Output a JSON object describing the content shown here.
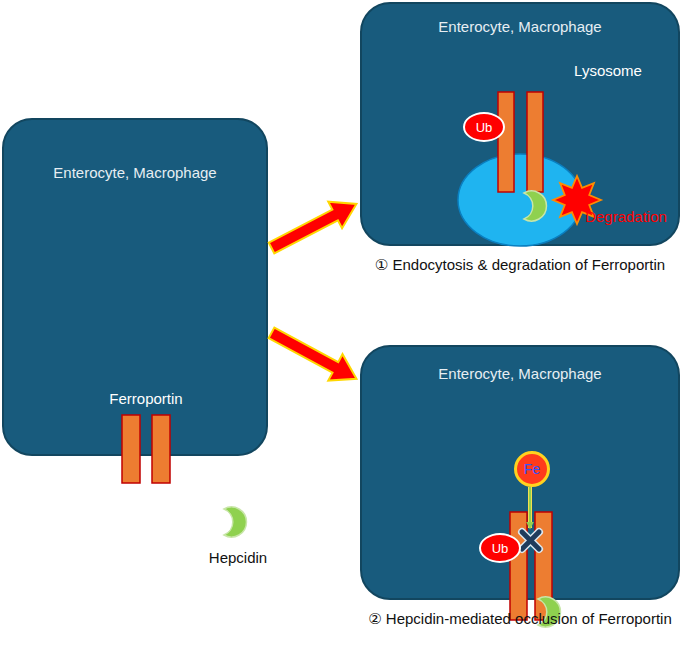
{
  "diagram": {
    "nodes": [
      {
        "text": [
          "Enterocyte, Macrophage"
        ]
      },
      {
        "text": [
          "Enterocyte, Macrophage",
          "① Endocytosis & degradation of Ferroportin"
        ]
      },
      {
        "text": [
          "Ub"
        ],
        "in": 1
      },
      {
        "text": [
          "Enterocyte, Macrophage",
          "② Hepcidin-mediated occlusion of Ferroportin"
        ]
      },
      {
        "text": [
          "Fe"
        ],
        "in": 3
      },
      {
        "text": [
          "Ub"
        ],
        "in": 3
      }
    ],
    "edges": [
      {
        "from": 0,
        "to": 1,
        "arrow": "to"
      },
      {
        "from": 0,
        "to": 3,
        "arrow": "to"
      }
    ],
    "labels": [
      "Ferroportin",
      "Hepcidin",
      "Lysosome",
      "Degradation"
    ]
  }
}
